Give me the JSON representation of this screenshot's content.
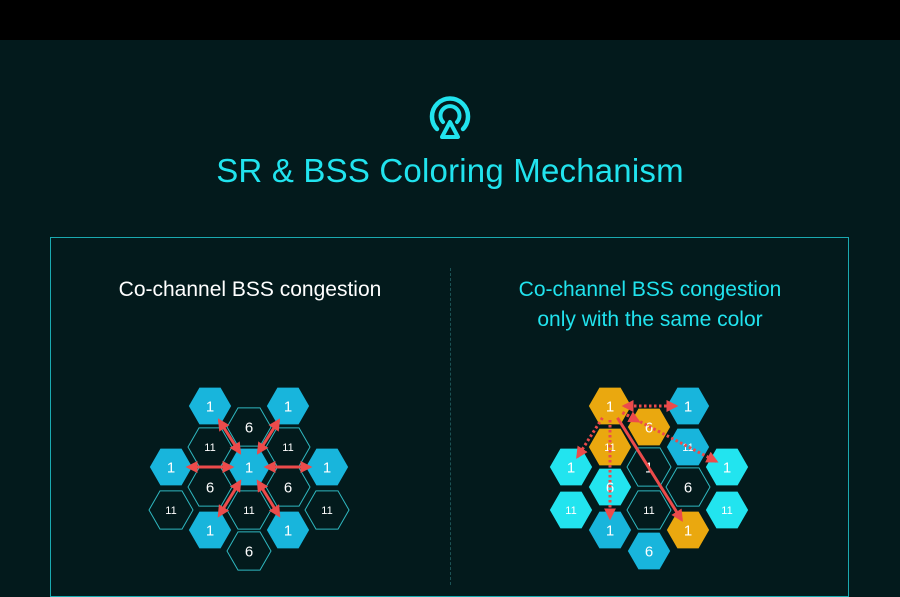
{
  "title": "SR & BSS Coloring Mechanism",
  "logo_icon": "radar-signal-icon",
  "colors": {
    "accent": "#21e3ee",
    "background": "#031a1c",
    "hex_blue": "#18b5dc",
    "hex_cyan": "#22e4ef",
    "hex_gold": "#eaa80f",
    "arrow_red": "#ec4b4b"
  },
  "left_panel": {
    "heading": "Co-channel BSS congestion",
    "hex_labels": [
      "1",
      "1",
      "6",
      "11",
      "11",
      "1",
      "1",
      "1",
      "6",
      "6",
      "11",
      "11",
      "11",
      "1",
      "1",
      "6"
    ]
  },
  "right_panel": {
    "heading_line1": "Co-channel BSS congestion",
    "heading_line2": "only with the same color",
    "hex_labels": [
      "1",
      "1",
      "6",
      "11",
      "11",
      "1",
      "1",
      "1",
      "6",
      "6",
      "11",
      "11",
      "11",
      "1",
      "1",
      "6"
    ]
  }
}
